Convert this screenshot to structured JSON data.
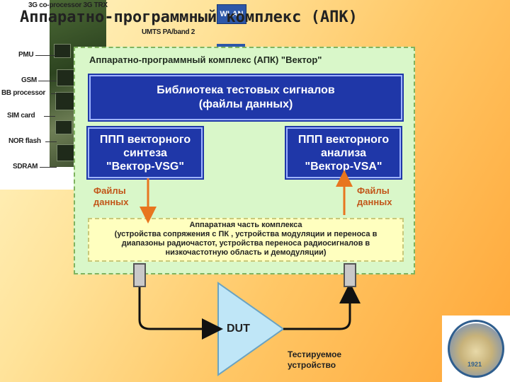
{
  "slide": {
    "title": "Аппаратно-программный комплекс (АПК)"
  },
  "board": {
    "top_labels": [
      "3G co-processor 3G TRX",
      "UMTS PA/band 2"
    ],
    "badge": "WLAN",
    "labels": [
      "PMU",
      "GSM",
      "BB processor",
      "SIM card",
      "NOR flash",
      "SDRAM"
    ]
  },
  "diagram": {
    "title": "Аппаратно-программный комплекс (АПК) \"Вектор\"",
    "library": {
      "line1": "Библиотека тестовых сигналов",
      "line2": "(файлы данных)"
    },
    "vsg": {
      "line1": "ППП векторного",
      "line2": "синтеза",
      "line3": "\"Вектор-VSG\""
    },
    "vsa": {
      "line1": "ППП векторного",
      "line2": "анализа",
      "line3": "\"Вектор-VSA\""
    },
    "files_left": {
      "line1": "Файлы",
      "line2": "данных"
    },
    "files_right": {
      "line1": "Файлы",
      "line2": "данных"
    },
    "hardware": {
      "line1": "Аппаратная часть комплекса",
      "line2": "(устройства сопряжения с ПК , устройства модуляции и переноса в",
      "line3": "диапазоны радиочастот, устройства переноса радиосигналов в",
      "line4": "низкочастотную область и демодуляции)"
    },
    "dut": {
      "label": "DUT",
      "desc_line1": "Тестируемое",
      "desc_line2": "устройство"
    }
  },
  "seal": {
    "year": "1921"
  },
  "colors": {
    "background": "#ffc766",
    "frame_fill": "#d9f7c9",
    "blue_box": "#1f37a8",
    "files_text": "#c2571a",
    "arrow": "#e8751f",
    "dut_triangle": "#bfe6f7"
  }
}
